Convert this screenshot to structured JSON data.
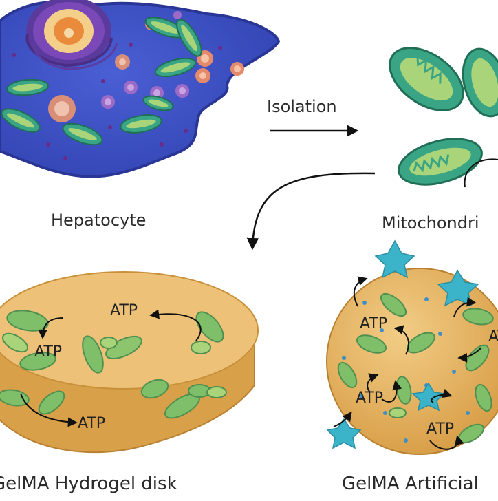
{
  "labels": {
    "isolation": "Isolation",
    "hepatocyte": "Hepatocyte",
    "mitochondria": "Mitochondri",
    "disk": "GelMA Hydrogel disk",
    "artificial": "GelMA Artificial"
  },
  "atp_text": "ATP",
  "colors": {
    "cell_body": "#3c4fc4",
    "cell_outline": "#2a3696",
    "nucleus_purple": "#6a3aa8",
    "mito_fill": "#3aa584",
    "mito_outline": "#1f6e55",
    "mito_inner": "#a9d47a",
    "gel": "#e9b866",
    "gel_dark": "#c9903a",
    "star": "#3bb3c9",
    "dot": "#3d8fc8"
  }
}
